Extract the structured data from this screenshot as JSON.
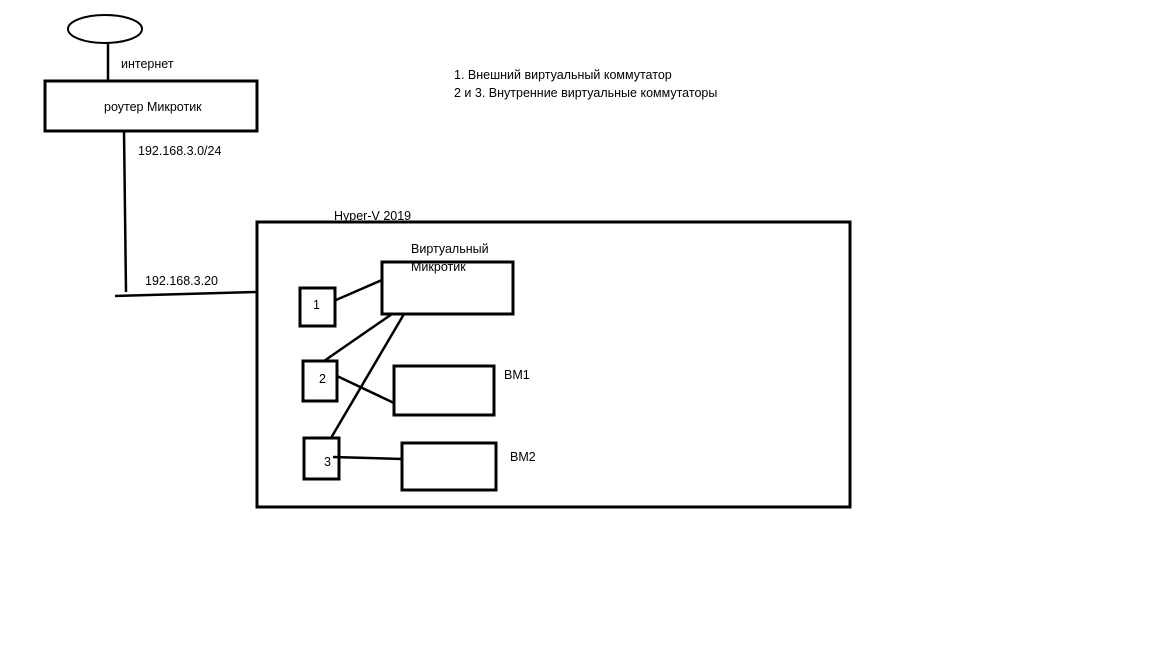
{
  "labels": {
    "internet": "интернет",
    "router": "роутер Микротик",
    "subnet": "192.168.3.0/24",
    "host_ip": "192.168.3.20",
    "hyperv": "Hyper-V 2019",
    "virtual_mikrotik_line1": "Виртуальный",
    "virtual_mikrotik_line2": "Микротик",
    "switch1": "1",
    "switch2": "2",
    "switch3": "3",
    "vm1": "ВМ1",
    "vm2": "ВМ2"
  },
  "legend": {
    "line1": "1. Внешний виртуальный коммутатор",
    "line2": "2 и 3. Внутренние виртуальные коммутаторы"
  }
}
